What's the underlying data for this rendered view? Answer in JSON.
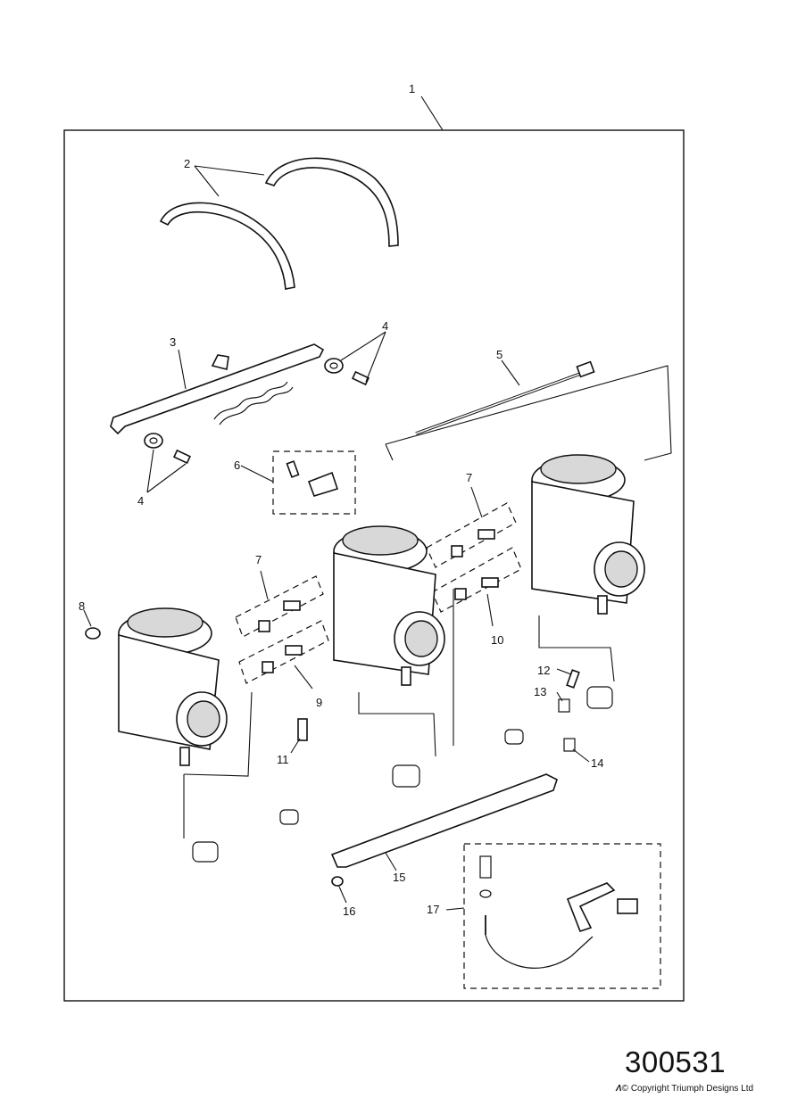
{
  "diagram": {
    "part_labels": [
      "1",
      "2",
      "3",
      "4",
      "4",
      "5",
      "6",
      "7",
      "7",
      "8",
      "9",
      "10",
      "11",
      "12",
      "13",
      "14",
      "15",
      "16",
      "17"
    ]
  },
  "footer": {
    "reference_number": "300531",
    "copyright": "© Copyright Triumph Designs Ltd"
  }
}
